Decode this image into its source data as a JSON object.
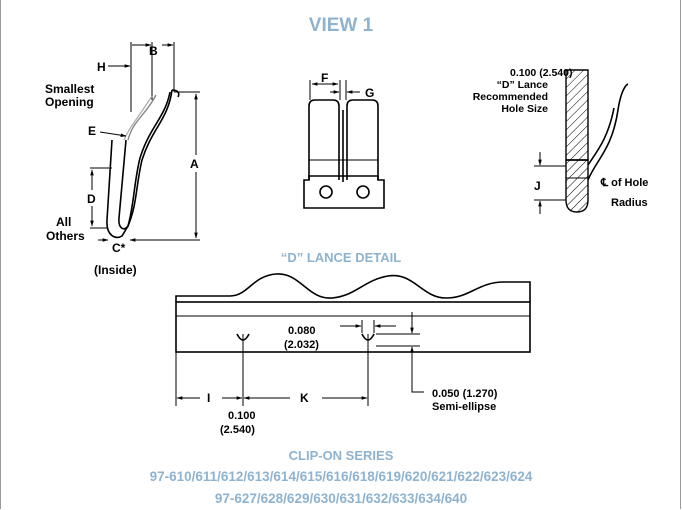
{
  "view_title": "VIEW 1",
  "detail_title": "“D” LANCE DETAIL",
  "series": {
    "title": "CLIP-ON SERIES",
    "line1": "97-610/611/612/613/614/615/616/618/619/620/621/622/623/624",
    "line2": "97-627/628/629/630/631/632/633/634/640"
  },
  "left_view": {
    "h": "H",
    "b": "B",
    "smallest_opening_1": "Smallest",
    "smallest_opening_2": "Opening",
    "e": "E",
    "a": "A",
    "d": "D",
    "all_others_1": "All",
    "all_others_2": "Others",
    "c": "C*",
    "inside": "(Inside)"
  },
  "mid_view": {
    "f": "F",
    "g": "G"
  },
  "right_view": {
    "hole_size_value": "0.100 (2.540)",
    "lance_1": "“D” Lance",
    "lance_2": "Recommended",
    "lance_3": "Hole Size",
    "j": "J",
    "cl_of_hole": "℄ of Hole",
    "radius": "Radius"
  },
  "detail": {
    "dim_080_a": "0.080",
    "dim_080_b": "(2.032)",
    "i": "I",
    "k": "K",
    "dim_100_a": "0.100",
    "dim_100_b": "(2.540)",
    "dim_050": "0.050 (1.270)",
    "semi": "Semi-ellipse"
  }
}
